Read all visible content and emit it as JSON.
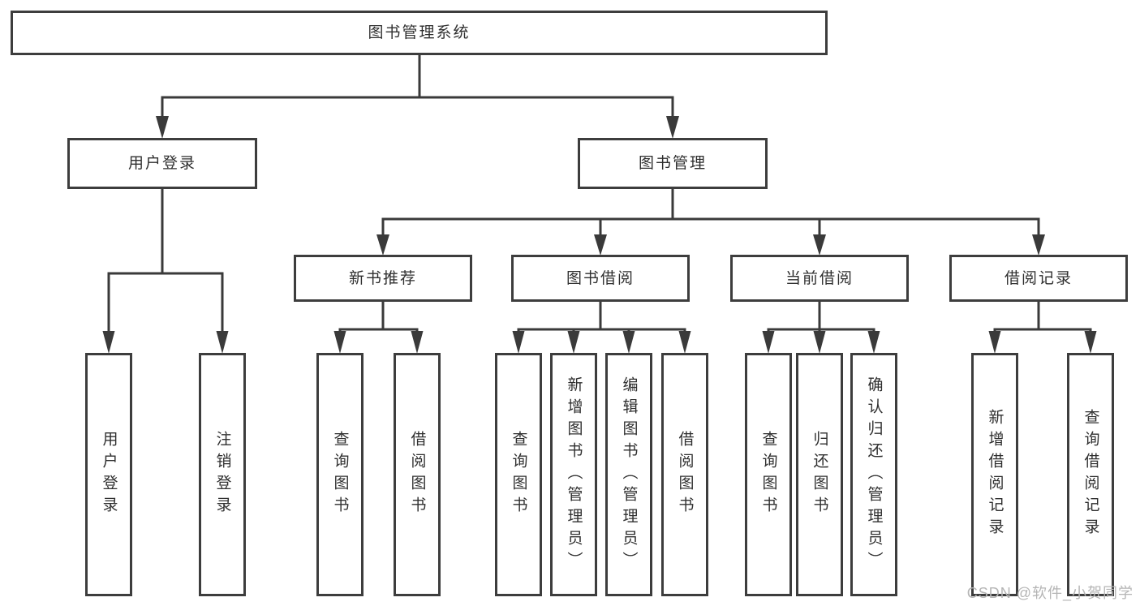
{
  "diagram": {
    "type": "hierarchy-tree",
    "title": "图书管理系统",
    "nodes": {
      "root": {
        "label": "图书管理系统"
      },
      "user_login": {
        "label": "用户登录"
      },
      "book_mgmt": {
        "label": "图书管理"
      },
      "new_books": {
        "label": "新书推荐"
      },
      "book_borrow": {
        "label": "图书借阅"
      },
      "current_borrow": {
        "label": "当前借阅"
      },
      "borrow_records": {
        "label": "借阅记录"
      },
      "leaf_user_login": {
        "label": "用户登录"
      },
      "leaf_logout": {
        "label": "注销登录"
      },
      "leaf_nb_query": {
        "label": "查询图书"
      },
      "leaf_nb_borrow": {
        "label": "借阅图书"
      },
      "leaf_bb_query": {
        "label": "查询图书"
      },
      "leaf_bb_add": {
        "label": "新增图书（管理员）"
      },
      "leaf_bb_edit": {
        "label": "编辑图书（管理员）"
      },
      "leaf_bb_borrow": {
        "label": "借阅图书"
      },
      "leaf_cb_query": {
        "label": "查询图书"
      },
      "leaf_cb_return": {
        "label": "归还图书"
      },
      "leaf_cb_confirm": {
        "label": "确认归还（管理员）"
      },
      "leaf_br_add": {
        "label": "新增借阅记录"
      },
      "leaf_br_query": {
        "label": "查询借阅记录"
      }
    },
    "edges": [
      [
        "root",
        "user_login"
      ],
      [
        "root",
        "book_mgmt"
      ],
      [
        "user_login",
        "leaf_user_login"
      ],
      [
        "user_login",
        "leaf_logout"
      ],
      [
        "book_mgmt",
        "new_books"
      ],
      [
        "book_mgmt",
        "book_borrow"
      ],
      [
        "book_mgmt",
        "current_borrow"
      ],
      [
        "book_mgmt",
        "borrow_records"
      ],
      [
        "new_books",
        "leaf_nb_query"
      ],
      [
        "new_books",
        "leaf_nb_borrow"
      ],
      [
        "book_borrow",
        "leaf_bb_query"
      ],
      [
        "book_borrow",
        "leaf_bb_add"
      ],
      [
        "book_borrow",
        "leaf_bb_edit"
      ],
      [
        "book_borrow",
        "leaf_bb_borrow"
      ],
      [
        "current_borrow",
        "leaf_cb_query"
      ],
      [
        "current_borrow",
        "leaf_cb_return"
      ],
      [
        "current_borrow",
        "leaf_cb_confirm"
      ],
      [
        "borrow_records",
        "leaf_br_add"
      ],
      [
        "borrow_records",
        "leaf_br_query"
      ]
    ],
    "colors": {
      "line": "#3a3a3a",
      "box_border": "#3d3d3d",
      "text": "#2f2f2f",
      "background": "#ffffff",
      "watermark_text": "#b5b5b5"
    }
  },
  "watermark": {
    "text": "CSDN @软件_小贺同学"
  }
}
